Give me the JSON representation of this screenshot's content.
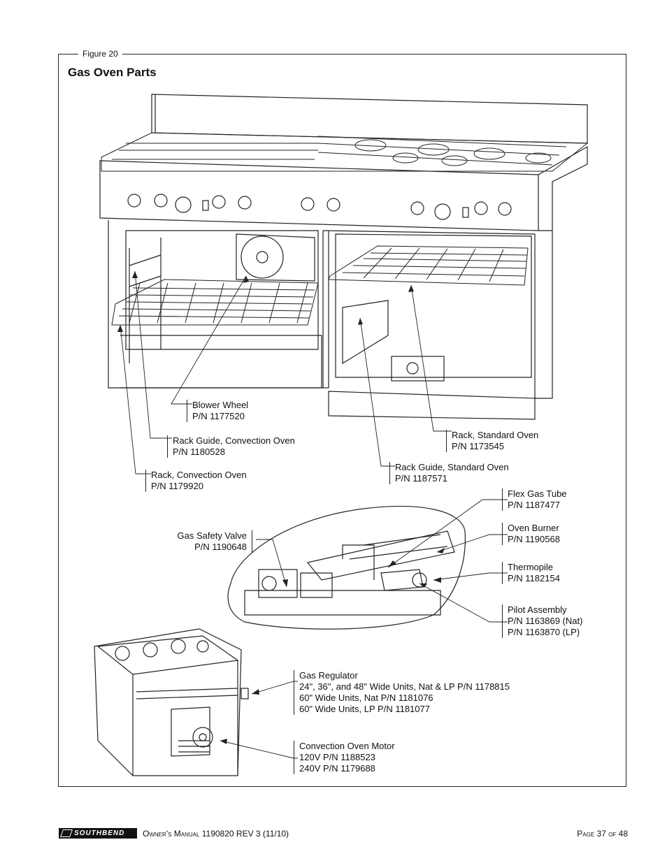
{
  "figure": {
    "label": "Figure 20",
    "title": "Gas Oven Parts"
  },
  "callouts": {
    "blower_wheel": [
      "Blower Wheel",
      "P/N 1177520"
    ],
    "rack_guide_convection": [
      "Rack Guide, Convection Oven",
      "P/N 1180528"
    ],
    "rack_convection": [
      "Rack, Convection Oven",
      "P/N 1179920"
    ],
    "rack_standard": [
      "Rack, Standard Oven",
      "P/N 1173545"
    ],
    "rack_guide_standard": [
      "Rack Guide, Standard Oven",
      "P/N 1187571"
    ],
    "flex_gas_tube": [
      "Flex Gas Tube",
      "P/N 1187477"
    ],
    "oven_burner": [
      "Oven Burner",
      "P/N 1190568"
    ],
    "thermopile": [
      "Thermopile",
      "P/N 1182154"
    ],
    "pilot_assembly": [
      "Pilot Assembly",
      "P/N 1163869 (Nat)",
      "P/N 1163870 (LP)"
    ],
    "gas_safety_valve": [
      "Gas Safety Valve",
      "P/N 1190648"
    ],
    "gas_regulator": [
      "Gas Regulator",
      "24\", 36\", and 48\" Wide Units, Nat & LP P/N 1178815",
      "60\" Wide Units, Nat P/N 1181076",
      "60\" Wide Units, LP P/N 1181077"
    ],
    "convection_motor": [
      "Convection Oven Motor",
      "120V P/N 1188523",
      "240V P/N 1179688"
    ]
  },
  "footer": {
    "brand": "SOUTHBEND",
    "manual": "Owner's Manual 1190820 REV 3 (11/10)",
    "page": "Page 37 of 48"
  }
}
